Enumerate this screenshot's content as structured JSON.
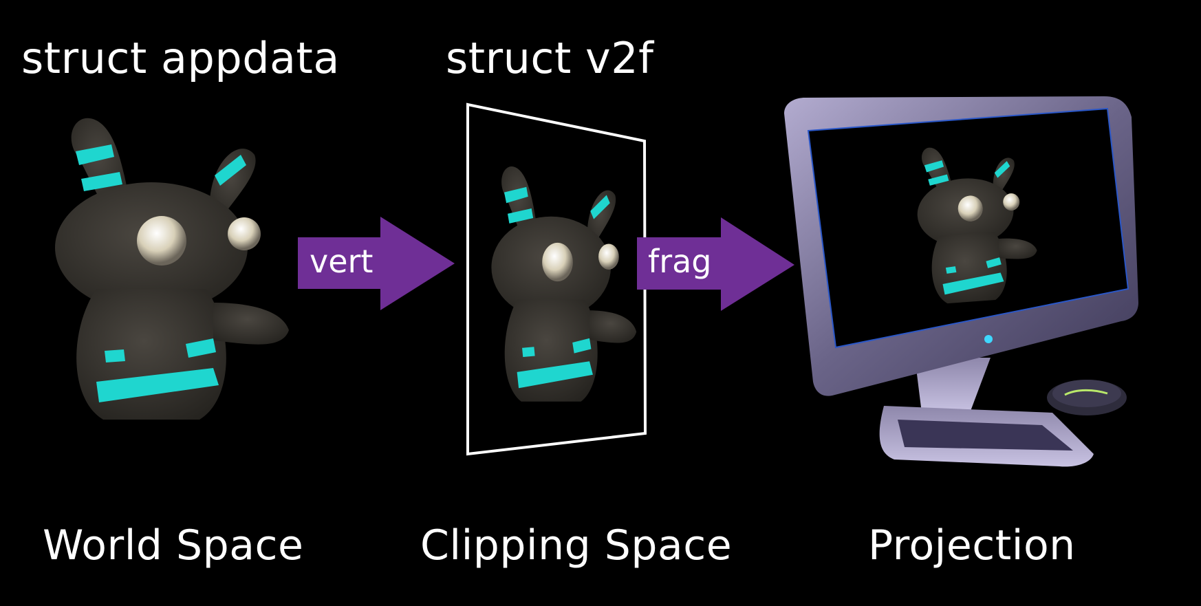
{
  "stages": {
    "world": {
      "top_label": "struct appdata",
      "bottom_label": "World Space"
    },
    "clip": {
      "top_label": "struct v2f",
      "bottom_label": "Clipping Space"
    },
    "projection": {
      "bottom_label": "Projection"
    }
  },
  "arrows": {
    "vert": "vert",
    "frag": "frag",
    "color": "#6f2f96"
  },
  "colors": {
    "background": "#000000",
    "stripe": "#1fd6cf",
    "bunny_body": "#3a3733",
    "monitor_frame": "#7a7396"
  }
}
